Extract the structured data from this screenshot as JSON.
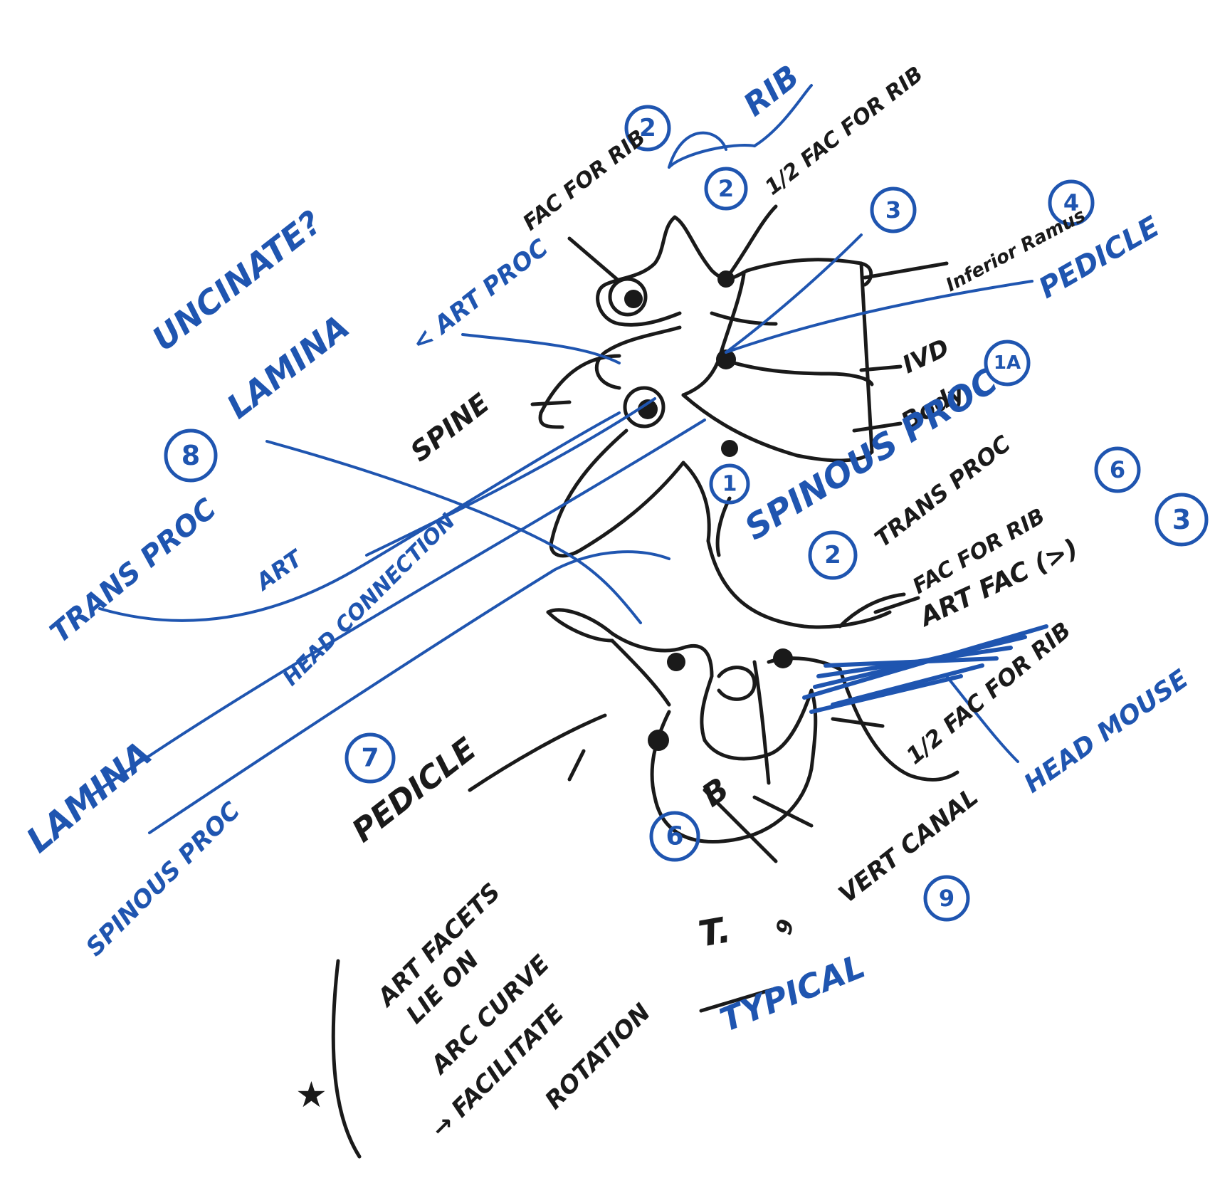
{
  "title": "UNCINATE?",
  "labels": {
    "rib": "RIB",
    "fac_for_rib": "FAC FOR RIB",
    "half_fac_for_rib": "1/2 FAC FOR RIB",
    "art_proc_top": "< ART PROC",
    "inferior_ramus": "Inferior Ramus",
    "pedicle_right": "PEDICLE",
    "ivd": "IVD",
    "body": "Body",
    "spine": "SPINE",
    "lamina_top": "LAMINA",
    "spinous_proc": "SPINOUS PROC",
    "trans_proc_right": "TRANS PROC",
    "fac_for_rib_lower": "FAC FOR RIB",
    "art_fac": "ART FAC (>)",
    "half_fac_for_rib_lower": "1/2 FAC FOR RIB",
    "head_mouse": "HEAD MOUSE",
    "trans_proc_left": "TRANS PROC",
    "art_left": "ART",
    "head_connection": "HEAD CONNECTION",
    "lamina_bottom": "LAMINA",
    "pedicle_bottom": "PEDICLE",
    "spinous_proc_bottom": "SPINOUS PROC",
    "vert_canal": "VERT CANAL",
    "b_label": "B",
    "t_label": "T.",
    "t_sub": "9",
    "typical": "TYPICAL"
  },
  "note": {
    "line1": "ART FACETS",
    "line2": "LIE ON",
    "line3": "ARC CURVE",
    "line4": "→ FACILITATE",
    "line5": "ROTATION",
    "star": "★"
  },
  "numbers": {
    "n_rib_a": "2",
    "n_rib_b": "2",
    "n_half_fac": "3",
    "n_inferior": "4",
    "n_lamina": "8",
    "n_body": "1A",
    "n_spinous": "1",
    "n_trans": "2",
    "n_fac_lower": "6",
    "n_art_fac": "3",
    "n_pedicle": "7",
    "n_b": "6",
    "n_vert": "9"
  },
  "colors": {
    "black_ink": "#1a1a1a",
    "blue_ink": "#1f55b0"
  }
}
